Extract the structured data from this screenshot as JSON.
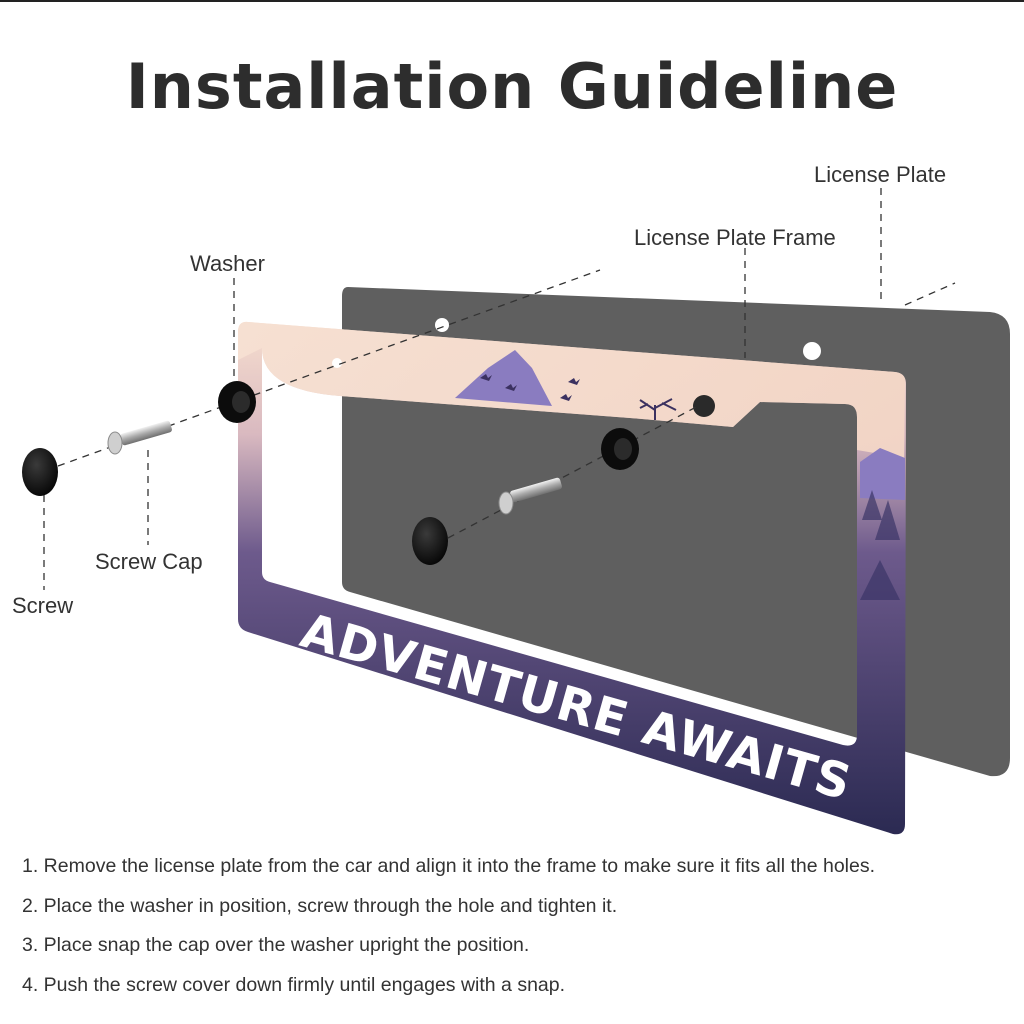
{
  "title": "Installation Guideline",
  "labels": {
    "license_plate": "License Plate",
    "license_plate_frame": "License Plate Frame",
    "washer": "Washer",
    "screw_cap": "Screw Cap",
    "screw": "Screw"
  },
  "frame_text": "ADVENTURE AWAITS",
  "steps": [
    "1. Remove the license plate from the car and align it into the frame to make sure it fits all the holes.",
    "2. Place the washer in position, screw through the hole and tighten it.",
    "3. Place snap the cap over the washer upright the position.",
    "4. Push the screw cover down firmly until engages with a snap."
  ],
  "colors": {
    "plate": "#5f5f5f",
    "frame_dark": "#2e2a4e",
    "sky": "#f5dccb",
    "mountain": "#8a7cc0"
  }
}
